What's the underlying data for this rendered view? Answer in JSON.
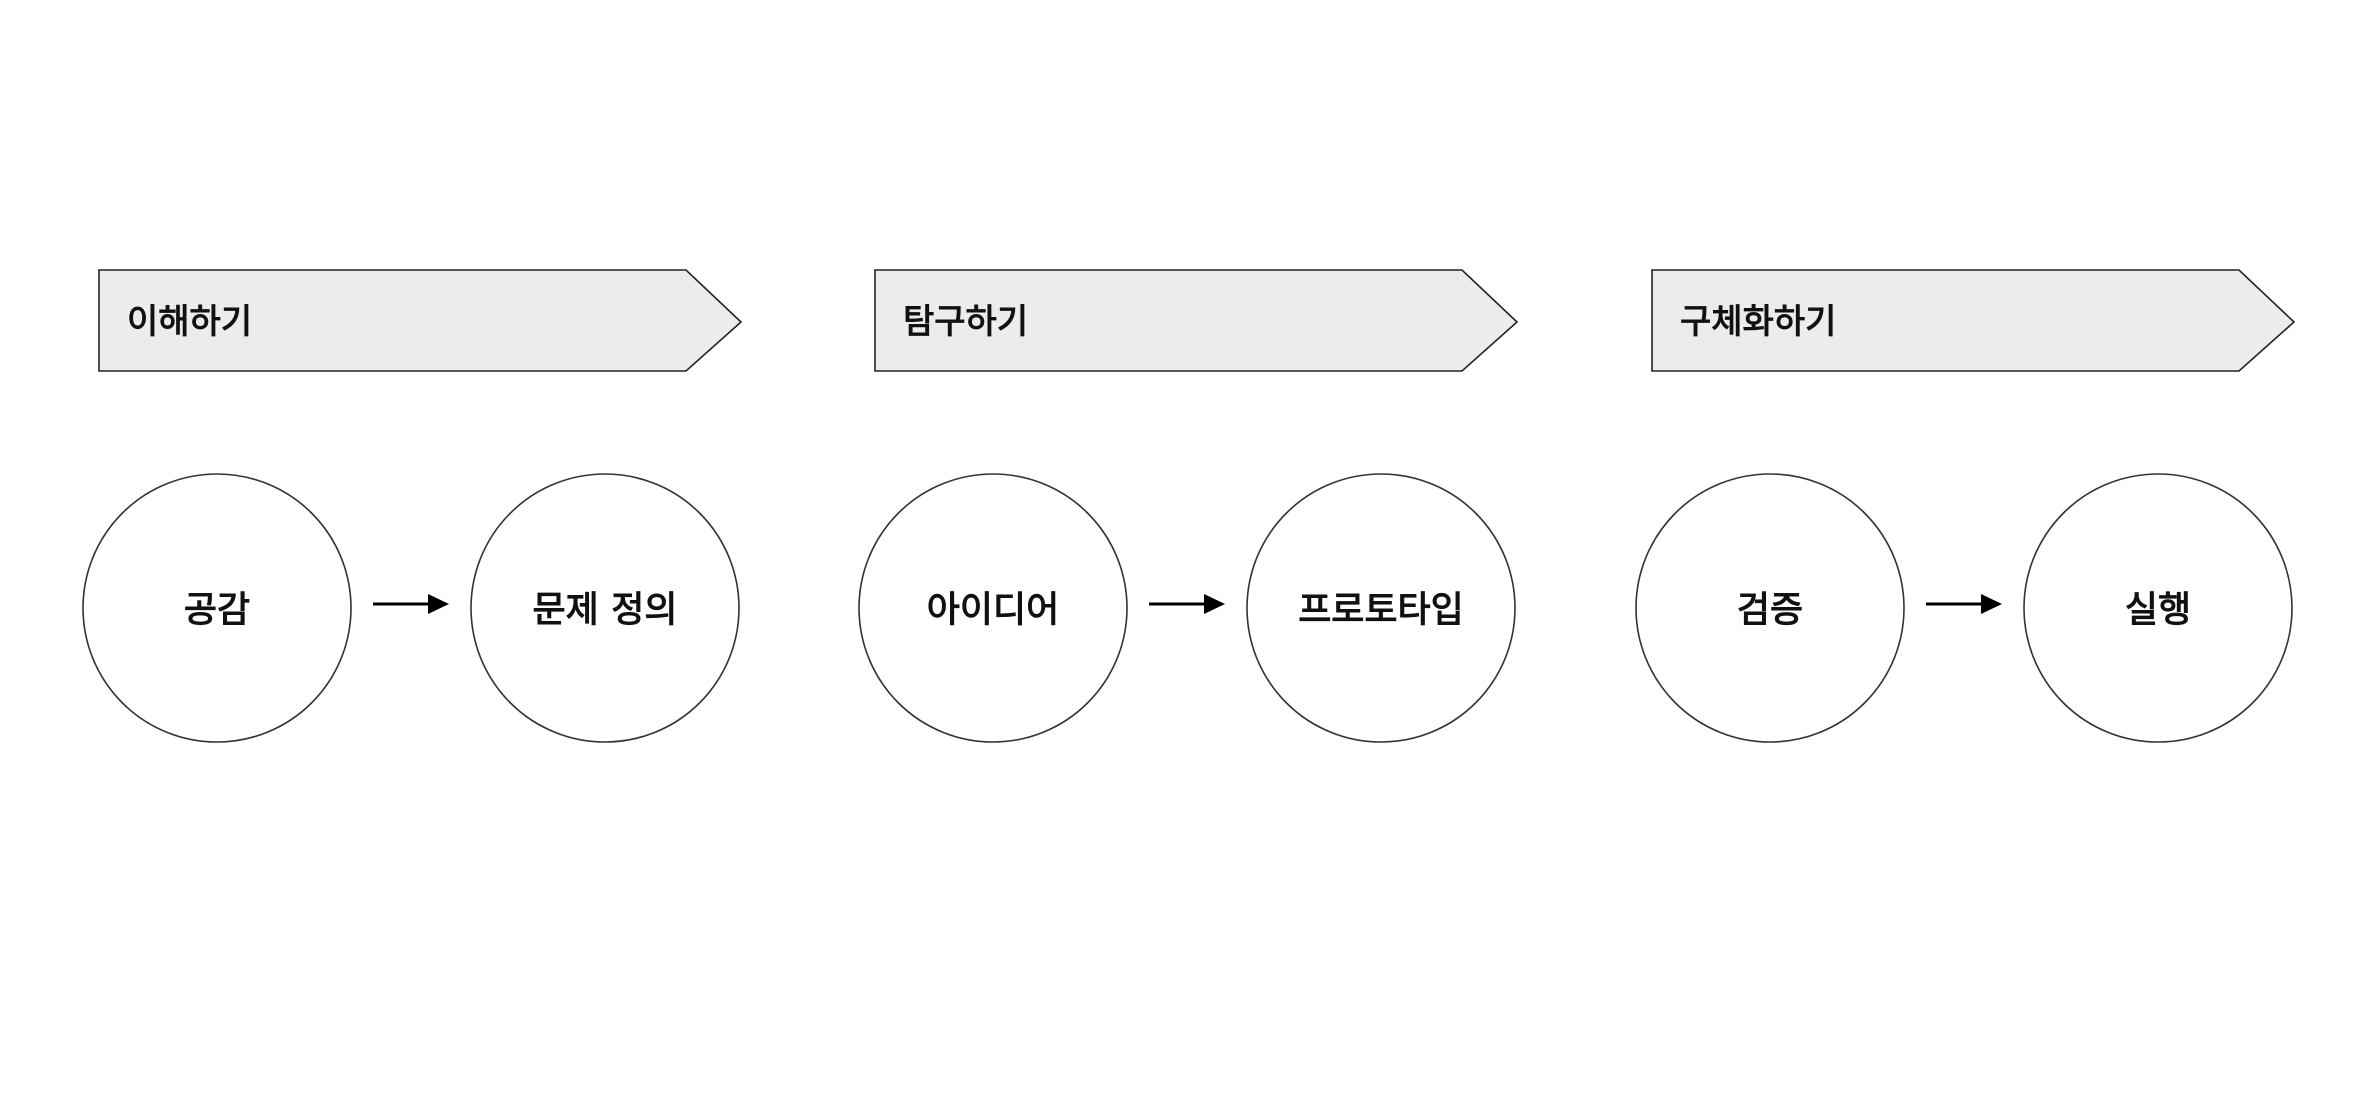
{
  "colors": {
    "banner_fill": "#ececec",
    "outline": "#222222",
    "text": "#111111",
    "arrow": "#000000",
    "background": "#ffffff"
  },
  "phases": [
    {
      "title": "이해하기",
      "steps": [
        "공감",
        "문제 정의"
      ]
    },
    {
      "title": "탐구하기",
      "steps": [
        "아이디어",
        "프로토타입"
      ]
    },
    {
      "title": "구체화하기",
      "steps": [
        "검증",
        "실행"
      ]
    }
  ]
}
